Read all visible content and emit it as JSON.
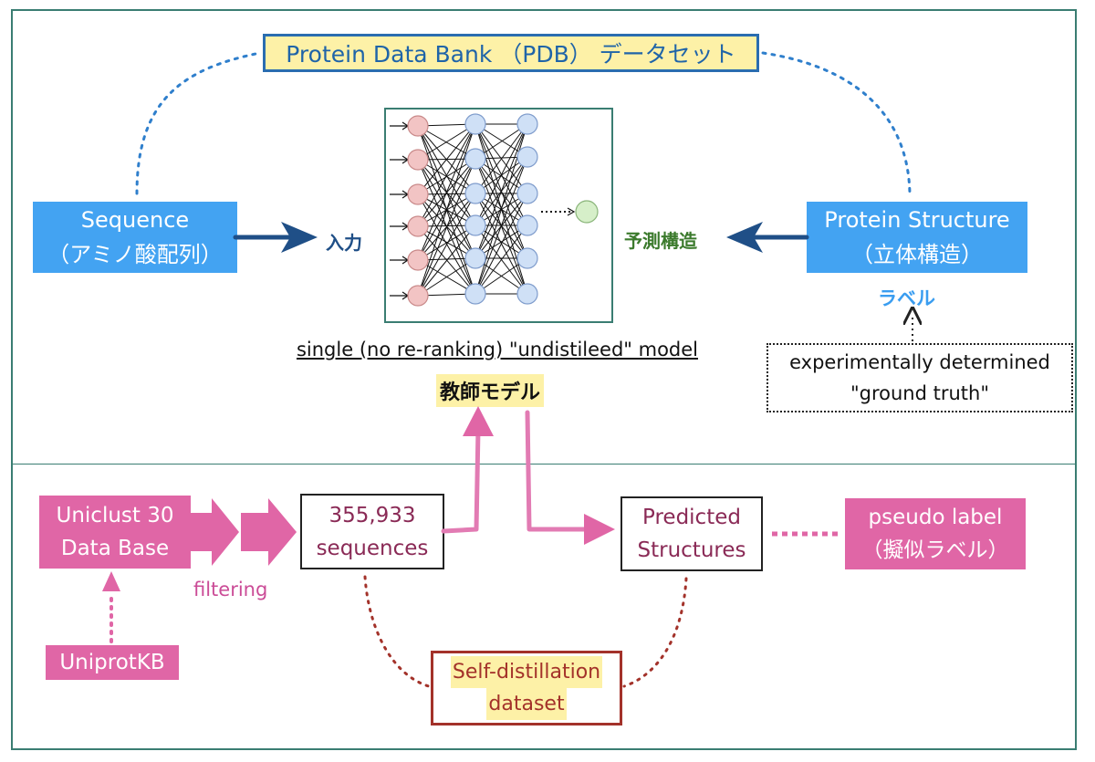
{
  "top": {
    "pdb_title": "Protein Data Bank （PDB） データセット",
    "sequence_box": {
      "line1": "Sequence",
      "line2": "（アミノ酸配列）"
    },
    "input_label": "入力",
    "predicted_label": "予測構造",
    "protein_structure_box": {
      "line1": "Protein Structure",
      "line2": "（立体構造）"
    },
    "label_text": "ラベル",
    "model_caption": "single (no re-ranking) \"undistileed\" model",
    "teacher_model": "教師モデル",
    "ground_truth_box": {
      "line1": "experimentally determined",
      "line2": "\"ground truth\""
    }
  },
  "bottom": {
    "uniclust_box": {
      "line1": "Uniclust 30",
      "line2": "Data Base"
    },
    "filtering_label": "filtering",
    "uniprot_box": "UniprotKB",
    "sequences_box": {
      "line1": "355,933",
      "line2": "sequences"
    },
    "predicted_box": {
      "line1": "Predicted",
      "line2": "Structures"
    },
    "pseudo_label_box": {
      "line1": "pseudo label",
      "line2": "（擬似ラベル）"
    },
    "self_distillation_box": {
      "line1": "Self-distillation",
      "line2": "dataset"
    }
  },
  "colors": {
    "frame": "#3a7d72",
    "blue_box": "#43a3f2",
    "pink": "#e066a6",
    "highlight": "#fdf1a7",
    "dark_blue_arrow": "#1f4f87",
    "dark_red": "#a3322a",
    "nn_input_node": "#f2c4c4",
    "nn_hidden_node": "#cfe0f6",
    "nn_output_node": "#d6efc9"
  }
}
